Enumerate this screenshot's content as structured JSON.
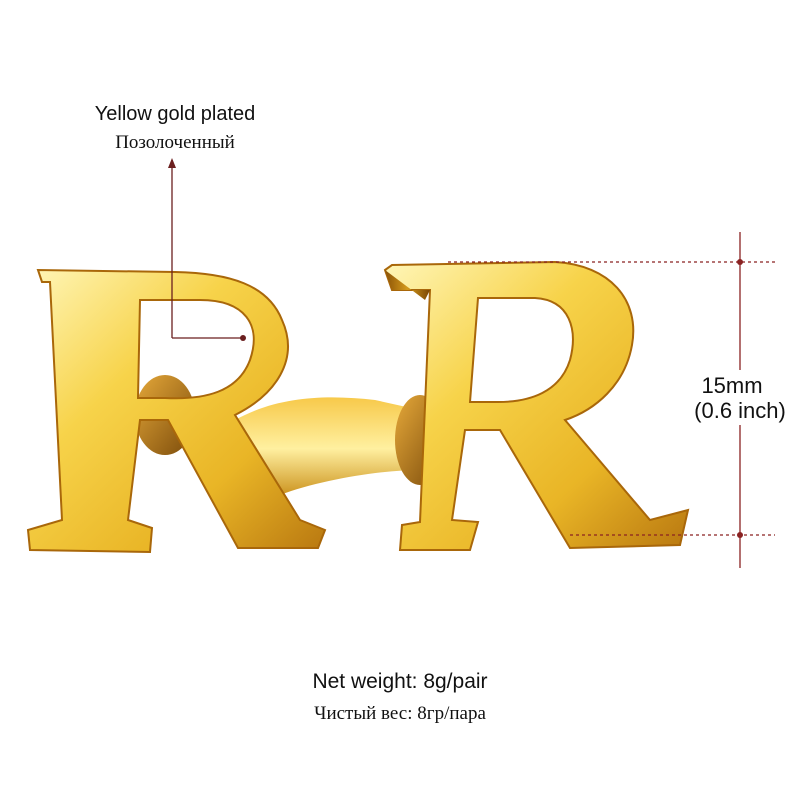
{
  "material": {
    "label_en": "Yellow gold plated",
    "label_ru": "Позолоченный"
  },
  "dimension": {
    "value_mm": "15mm",
    "value_inch": "(0.6 inch)"
  },
  "weight": {
    "label_en": "Net weight: 8g/pair",
    "label_ru": "Чистый вес: 8гр/пара"
  },
  "colors": {
    "gold_light": "#fff3a8",
    "gold_mid": "#f2c535",
    "gold_dark": "#b5760c",
    "annotation": "#6b1f1f"
  },
  "product": {
    "letter": "R",
    "item": "cufflinks"
  }
}
